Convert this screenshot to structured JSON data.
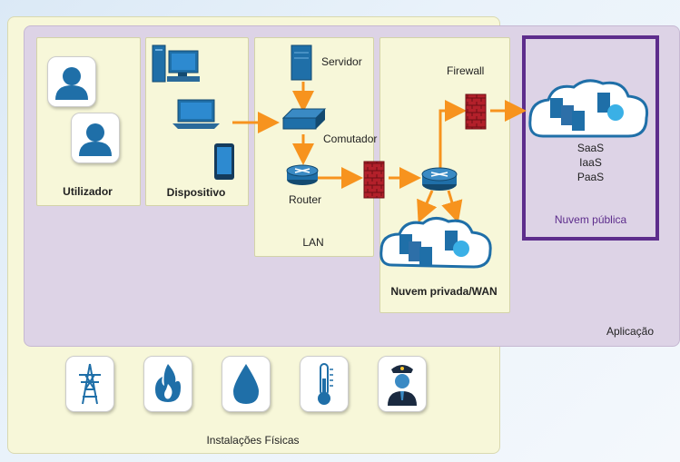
{
  "outer": {
    "facilities_label": "Instalações Físicas",
    "application_label": "Aplicação"
  },
  "panels": {
    "user": "Utilizador",
    "device": "Dispositivo",
    "lan": "LAN",
    "private_cloud": "Nuvem privada/WAN",
    "public_cloud": "Nuvem pública"
  },
  "nodes": {
    "server": "Servidor",
    "switch": "Comutador",
    "router": "Router",
    "firewall": "Firewall"
  },
  "cloud_services": [
    "SaaS",
    "IaaS",
    "PaaS"
  ],
  "facility_icons": [
    "power-tower-icon",
    "fire-icon",
    "water-drop-icon",
    "thermometer-icon",
    "security-guard-icon"
  ],
  "colors": {
    "arrow": "#f7931e",
    "accent_purple": "#5d2d8c",
    "device_blue": "#1f6fa8",
    "firewall_red": "#b3202a"
  }
}
